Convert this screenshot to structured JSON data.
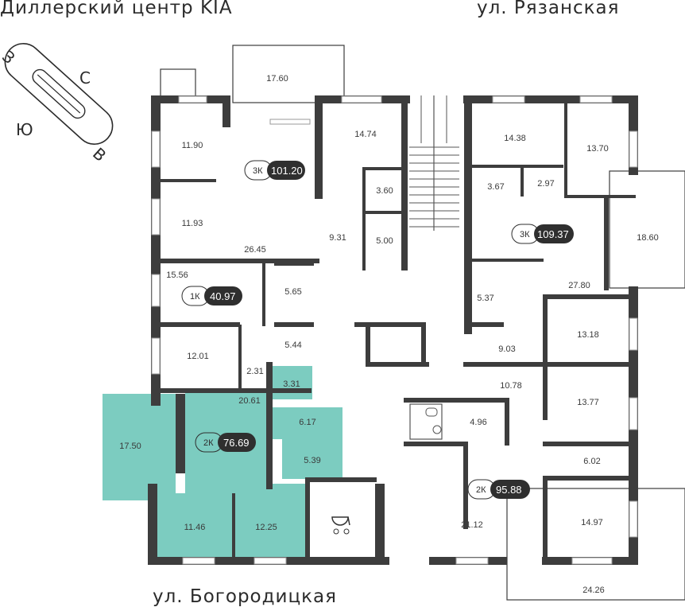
{
  "streets": {
    "top_left": "Диллерский центр KIA",
    "top_right": "ул. Рязанская",
    "bottom": "ул. Богородицкая"
  },
  "compass": {
    "n": "С",
    "s": "Ю",
    "e": "В",
    "w": "З"
  },
  "rooms": {
    "r1760": "17.60",
    "r1190": "11.90",
    "r1474": "14.74",
    "r1193": "11.93",
    "r360": "3.60",
    "r2645": "26.45",
    "r931": "9.31",
    "r500": "5.00",
    "r1556": "15.56",
    "r565": "5.65",
    "r544": "5.44",
    "r1201": "12.01",
    "r231": "2.31",
    "r331": "3.31",
    "r2061": "20.61",
    "r617": "6.17",
    "r1750": "17.50",
    "r539": "5.39",
    "r1146": "11.46",
    "r1225": "12.25",
    "r1438": "14.38",
    "r1370": "13.70",
    "r367": "3.67",
    "r297": "2.97",
    "r1860": "18.60",
    "r2780": "27.80",
    "r537": "5.37",
    "r1318": "13.18",
    "r903": "9.03",
    "r1078": "10.78",
    "r1377": "13.77",
    "r496": "4.96",
    "r602": "6.02",
    "r2112": "21.12",
    "r1497": "14.97",
    "r2426": "24.26"
  },
  "apartments": [
    {
      "type": "3К",
      "area": "101.20"
    },
    {
      "type": "1К",
      "area": "40.97"
    },
    {
      "type": "2К",
      "area": "76.69"
    },
    {
      "type": "3К",
      "area": "109.37"
    },
    {
      "type": "2К",
      "area": "95.88"
    }
  ],
  "colors": {
    "highlight": "#7cccc0",
    "wall": "#3d3d3d",
    "badge": "#2f2f2f"
  }
}
